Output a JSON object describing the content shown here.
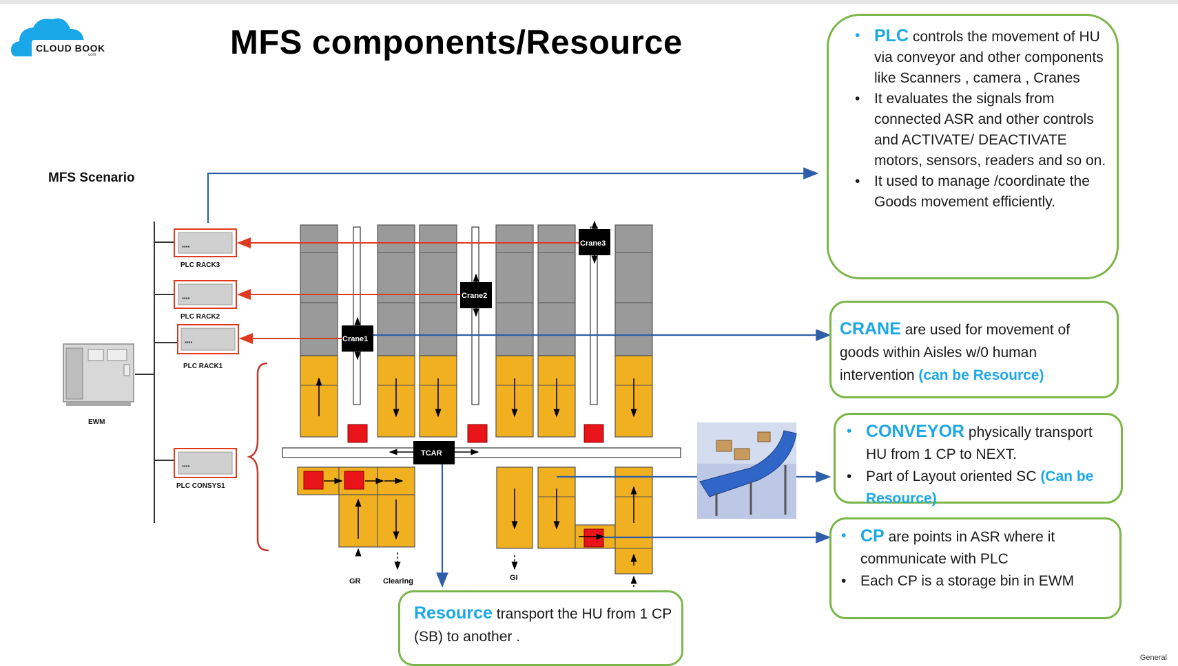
{
  "logo": {
    "name": "CLOUD BOOK",
    "sub": "com"
  },
  "title": "MFS components/Resource",
  "scenario_label": "MFS Scenario",
  "diagram": {
    "plc": [
      "PLC RACK3",
      "PLC RACK2",
      "PLC RACK1",
      "PLC CONSYS1"
    ],
    "ewm": "EWM",
    "cranes": [
      "Crane3",
      "Crane2",
      "Crane1"
    ],
    "tcar": "TCAR",
    "bottom_labels": [
      "GR",
      "Clearing",
      "GI"
    ]
  },
  "plc_box": {
    "items": [
      {
        "bullet": "•",
        "keyword": "PLC",
        "text": " controls the movement of HU via conveyor and other components like Scanners , camera , Cranes"
      },
      {
        "bullet": "•",
        "keyword": "",
        "text": "It evaluates the signals from connected ASR and other controls and ACTIVATE/ DEACTIVATE motors, sensors, readers and so on."
      },
      {
        "bullet": "•",
        "keyword": "",
        "text": "It used to manage /coordinate the Goods movement efficiently."
      }
    ]
  },
  "crane_box": {
    "keyword": "CRANE",
    "text": " are used for movement of goods within Aisles w/0 human intervention ",
    "highlight": " (can be Resource)"
  },
  "conveyor_box": {
    "items": [
      {
        "bullet": "•",
        "keyword": "CONVEYOR",
        "text": " physically transport HU from 1 CP to NEXT.",
        "highlight": ""
      },
      {
        "bullet": "•",
        "keyword": "",
        "text": "Part of Layout oriented SC ",
        "highlight": "(Can be Resource)"
      }
    ]
  },
  "cp_box": {
    "items": [
      {
        "bullet": "•",
        "keyword": "CP",
        "text": " are points in ASR where it communicate with PLC"
      },
      {
        "bullet": "•",
        "keyword": "",
        "text": "Each CP is a storage bin in EWM"
      }
    ]
  },
  "resource_box": {
    "keyword": "Resource",
    "text": " transport the HU from 1 CP (SB) to another ."
  },
  "footer": "General",
  "colors": {
    "green_border": "#7ab648",
    "highlight": "#1aa7e8",
    "arrow_blue": "#2e5eaa",
    "arrow_red": "#e03a1e",
    "conveyor": "#f0b020",
    "rack": "#9a9a9a"
  }
}
